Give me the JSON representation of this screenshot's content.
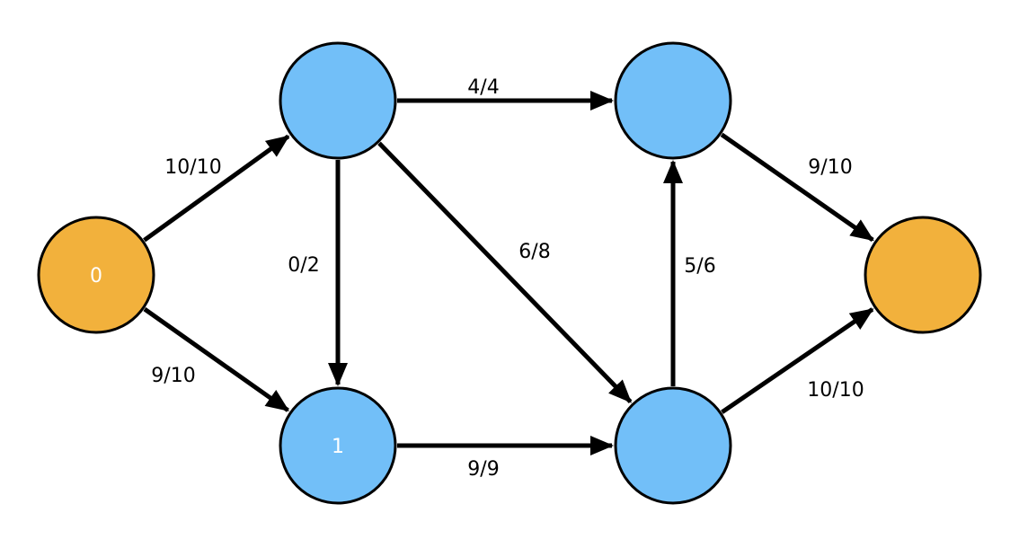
{
  "colors": {
    "terminal_node": "#F2B13C",
    "inner_node": "#72BFF8",
    "edge": "#000000"
  },
  "nodes": [
    {
      "id": "a",
      "label": "0",
      "kind": "terminal"
    },
    {
      "id": "b",
      "label": "",
      "kind": "inner"
    },
    {
      "id": "c",
      "label": "1",
      "kind": "inner"
    },
    {
      "id": "d",
      "label": "",
      "kind": "inner"
    },
    {
      "id": "e",
      "label": "",
      "kind": "inner"
    },
    {
      "id": "f",
      "label": "",
      "kind": "terminal"
    }
  ],
  "edges": [
    {
      "from": "a",
      "to": "b",
      "label": "10/10"
    },
    {
      "from": "a",
      "to": "c",
      "label": "9/10"
    },
    {
      "from": "b",
      "to": "c",
      "label": "0/2"
    },
    {
      "from": "b",
      "to": "d",
      "label": "4/4"
    },
    {
      "from": "b",
      "to": "e",
      "label": "6/8"
    },
    {
      "from": "c",
      "to": "e",
      "label": "9/9"
    },
    {
      "from": "e",
      "to": "d",
      "label": "5/6"
    },
    {
      "from": "d",
      "to": "f",
      "label": "9/10"
    },
    {
      "from": "e",
      "to": "f",
      "label": "10/10"
    }
  ]
}
